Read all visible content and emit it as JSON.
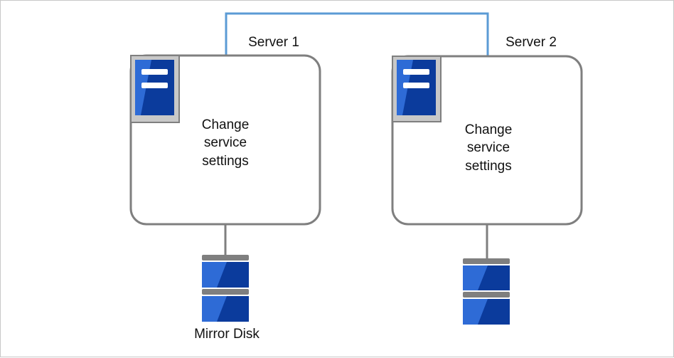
{
  "diagram": {
    "colors": {
      "network_line": "#5b9bd5",
      "server_outline": "#7f7f7f",
      "server_icon_bg": "#c8c8c8",
      "blue_dark": "#0b3b9c",
      "blue_light": "#2e6bd6",
      "disk_band": "#7f7f7f"
    },
    "servers": [
      {
        "name": "Server 1",
        "body_lines": [
          "Change",
          "service",
          "settings"
        ]
      },
      {
        "name": "Server 2",
        "body_lines": [
          "Change",
          "service",
          "settings"
        ]
      }
    ],
    "disk_label": "Mirror Disk"
  }
}
